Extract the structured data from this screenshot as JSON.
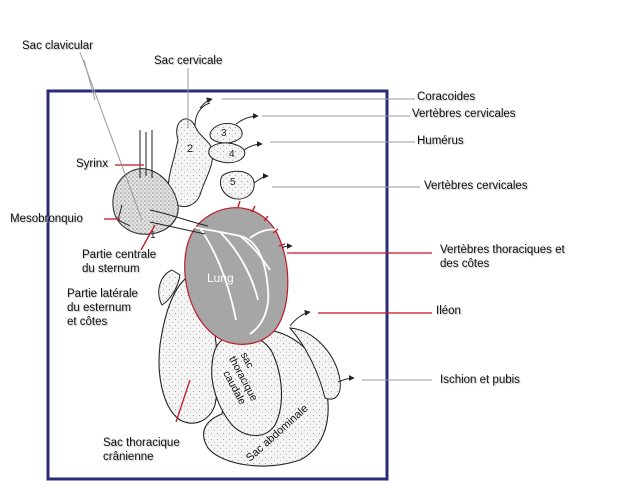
{
  "labels": {
    "sac_clavicular": "Sac clavicular",
    "sac_cervicale": "Sac cervicale",
    "syrinx": "Syrinx",
    "mesobronquio": "Mesobronquio",
    "partie_centrale_1": "Partie centrale",
    "partie_centrale_2": "du sternum",
    "partie_laterale_1": "Partie latérale",
    "partie_laterale_2": "du esternum",
    "partie_laterale_3": "et côtes",
    "sac_thoracique_cranienne_1": "Sac thoracique",
    "sac_thoracique_cranienne_2": "crânienne",
    "coracoides": "Coracoides",
    "vertebres_cervicales_1": "Vertèbres cervicales",
    "humerus": "Humérus",
    "vertebres_cervicales_2": "Vertèbres cervicales",
    "vertebres_thoraciques_1": "Vertèbres thoraciques et",
    "vertebres_thoraciques_2": "des côtes",
    "ileon": "Iléon",
    "ischion_pubis": "Ischion et pubis"
  },
  "diagram_text": {
    "lung": "Lung",
    "sac_thoracique_caudale_1": "sac",
    "sac_thoracique_caudale_2": "thoracique",
    "sac_thoracique_caudale_3": "caudale",
    "sac_abdominale": "Sac abdominale",
    "num_1": "1",
    "num_2": "2",
    "num_3": "3",
    "num_4": "4",
    "num_5": "5"
  },
  "colors": {
    "frame": "#2a2a7a",
    "leader_red": "#c0182a",
    "leader_gray": "#9a9a9a",
    "lung_fill": "#a8a8a8",
    "sac_fill": "#f4f4f4",
    "outline": "#222222"
  }
}
